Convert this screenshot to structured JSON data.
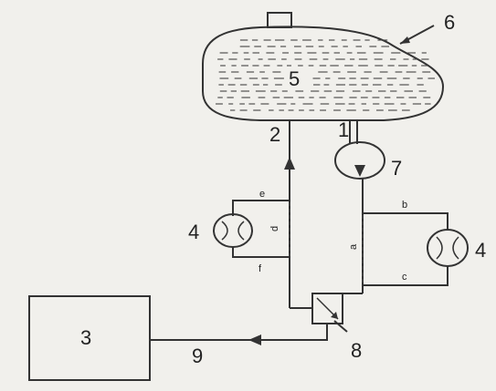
{
  "labels": {
    "component_1": "1",
    "component_2": "2",
    "component_3": "3",
    "component_4_left": "4",
    "component_4_right": "4",
    "component_5": "5",
    "component_6": "6",
    "component_7": "7",
    "component_8": "8",
    "component_9": "9",
    "branch_a": "a",
    "branch_b": "b",
    "branch_c": "c",
    "branch_d": "d",
    "branch_e": "e",
    "branch_f": "f"
  },
  "colors": {
    "line": "#333333",
    "background": "#f1f0ec"
  },
  "icons": {
    "pump": "pump-icon",
    "meter": "flow-meter-icon",
    "valve": "valve-icon"
  }
}
